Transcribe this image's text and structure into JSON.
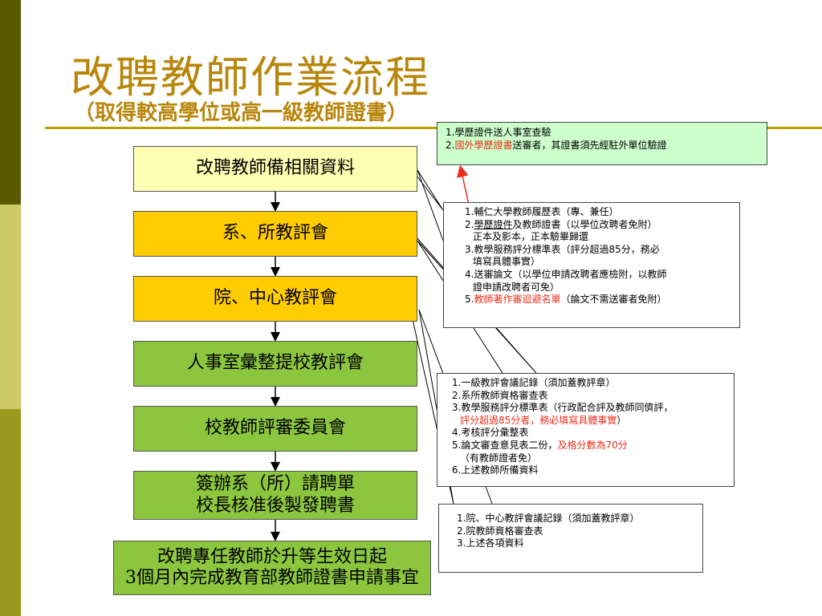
{
  "title": "改聘教師作業流程",
  "subtitle": "（取得較高學位或高一級教師證書）",
  "colors": {
    "stripe_dark": "#5a5a00",
    "stripe_mid": "#9a9a1e",
    "stripe_light": "#cccc66",
    "title": "#b8860b",
    "rule": "#b8a200",
    "step_light_yellow": "#ffffb3",
    "step_orange": "#ffcc00",
    "step_green": "#8cc63f",
    "note_green": "#ccffcc",
    "red_text": "#e8301c"
  },
  "steps": [
    {
      "lines": [
        "改聘教師備相關資料"
      ]
    },
    {
      "lines": [
        "系、所教評會"
      ]
    },
    {
      "lines": [
        "院、中心教評會"
      ]
    },
    {
      "lines": [
        "人事室彙整提校教評會"
      ]
    },
    {
      "lines": [
        "校教師評審委員會"
      ]
    },
    {
      "lines": [
        "簽辦系（所）請聘單",
        "校長核准後製發聘書"
      ]
    },
    {
      "lines": [
        "改聘專任教師於升等生效日起",
        "3個月內完成教育部教師證書申請事宜"
      ]
    }
  ],
  "top_note": {
    "line1": "1.學歷證件送人事室查驗",
    "line2_prefix": "2.",
    "line2_red": "國外學歷證書",
    "line2_rest": "送審者，其證書須先經駐外單位驗證"
  },
  "note1": {
    "l1": "1.輔仁大學教師履歷表（專、兼任）",
    "l2_prefix": "2.",
    "l2_ul": "學歷證件",
    "l2_rest": "及教師證書（以學位改聘者免附）",
    "l3": "正本及影本，正本驗畢歸還",
    "l4": "3.教學服務評分標準表（評分超過85分，務必",
    "l5": "填寫具體事實）",
    "l6": "4.送審論文（以學位申請改聘者應檢附，以教師",
    "l7": "證申請改聘者可免）",
    "l8_prefix": "5.",
    "l8_red": "教師著作審迴避名單",
    "l8_rest": "（論文不需送審者免附）"
  },
  "note2": {
    "l1": "1.一級教評會議記錄（須加蓋教評章）",
    "l2": "2.系所教師資格審查表",
    "l3": "3.教學服務評分標準表（行政配合評及教師同儕評，",
    "l4_red": "評分超過85分者，務必填寫具體事實",
    "l4_rest": "）",
    "l5": "4.考核評分彙整表",
    "l6_prefix": "5.論文審查意見表二份，",
    "l6_red": "及格分數為70分",
    "l7": "（有教師證者免）",
    "l8": "6.上述教師所備資料"
  },
  "note3": {
    "l1": "1.院、中心教評會議記錄（須加蓋教評章）",
    "l2": "2.院教師資格審查表",
    "l3": "3.上述各項資料"
  }
}
